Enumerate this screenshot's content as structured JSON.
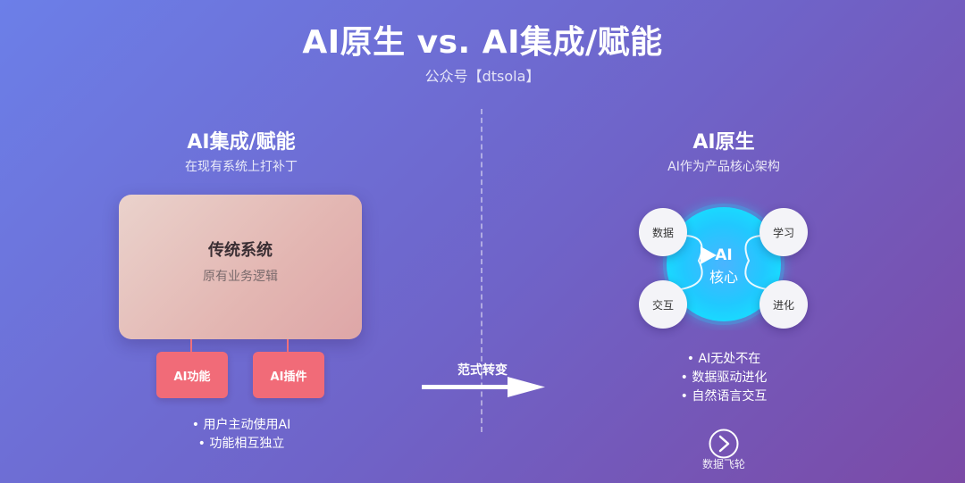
{
  "header": {
    "title": "AI原生 vs. AI集成/赋能",
    "subtitle": "公众号【dtsola】"
  },
  "left": {
    "title": "AI集成/赋能",
    "subtitle": "在现有系统上打补丁",
    "legacy_box": {
      "title": "传统系统",
      "subtitle": "原有业务逻辑"
    },
    "plugins": [
      "AI功能",
      "AI插件"
    ],
    "bullets": [
      "• 用户主动使用AI",
      "• 功能相互独立"
    ]
  },
  "transition": {
    "label": "范式转变"
  },
  "right": {
    "title": "AI原生",
    "subtitle": "AI作为产品核心架构",
    "core": {
      "line1": "AI",
      "line2": "核心"
    },
    "nodes": {
      "data": "数据",
      "learn": "学习",
      "interact": "交互",
      "evolve": "进化"
    },
    "bullets": [
      "• AI无处不在",
      "• 数据驱动进化",
      "• 自然语言交互"
    ],
    "flywheel": {
      "icon": "chevron-right-circle-icon",
      "label": "数据飞轮"
    }
  },
  "colors": {
    "background_start": "#6c7fe8",
    "background_end": "#7b4aa6",
    "plugin": "#f16b78",
    "core_glow": "#1ad9ff"
  }
}
